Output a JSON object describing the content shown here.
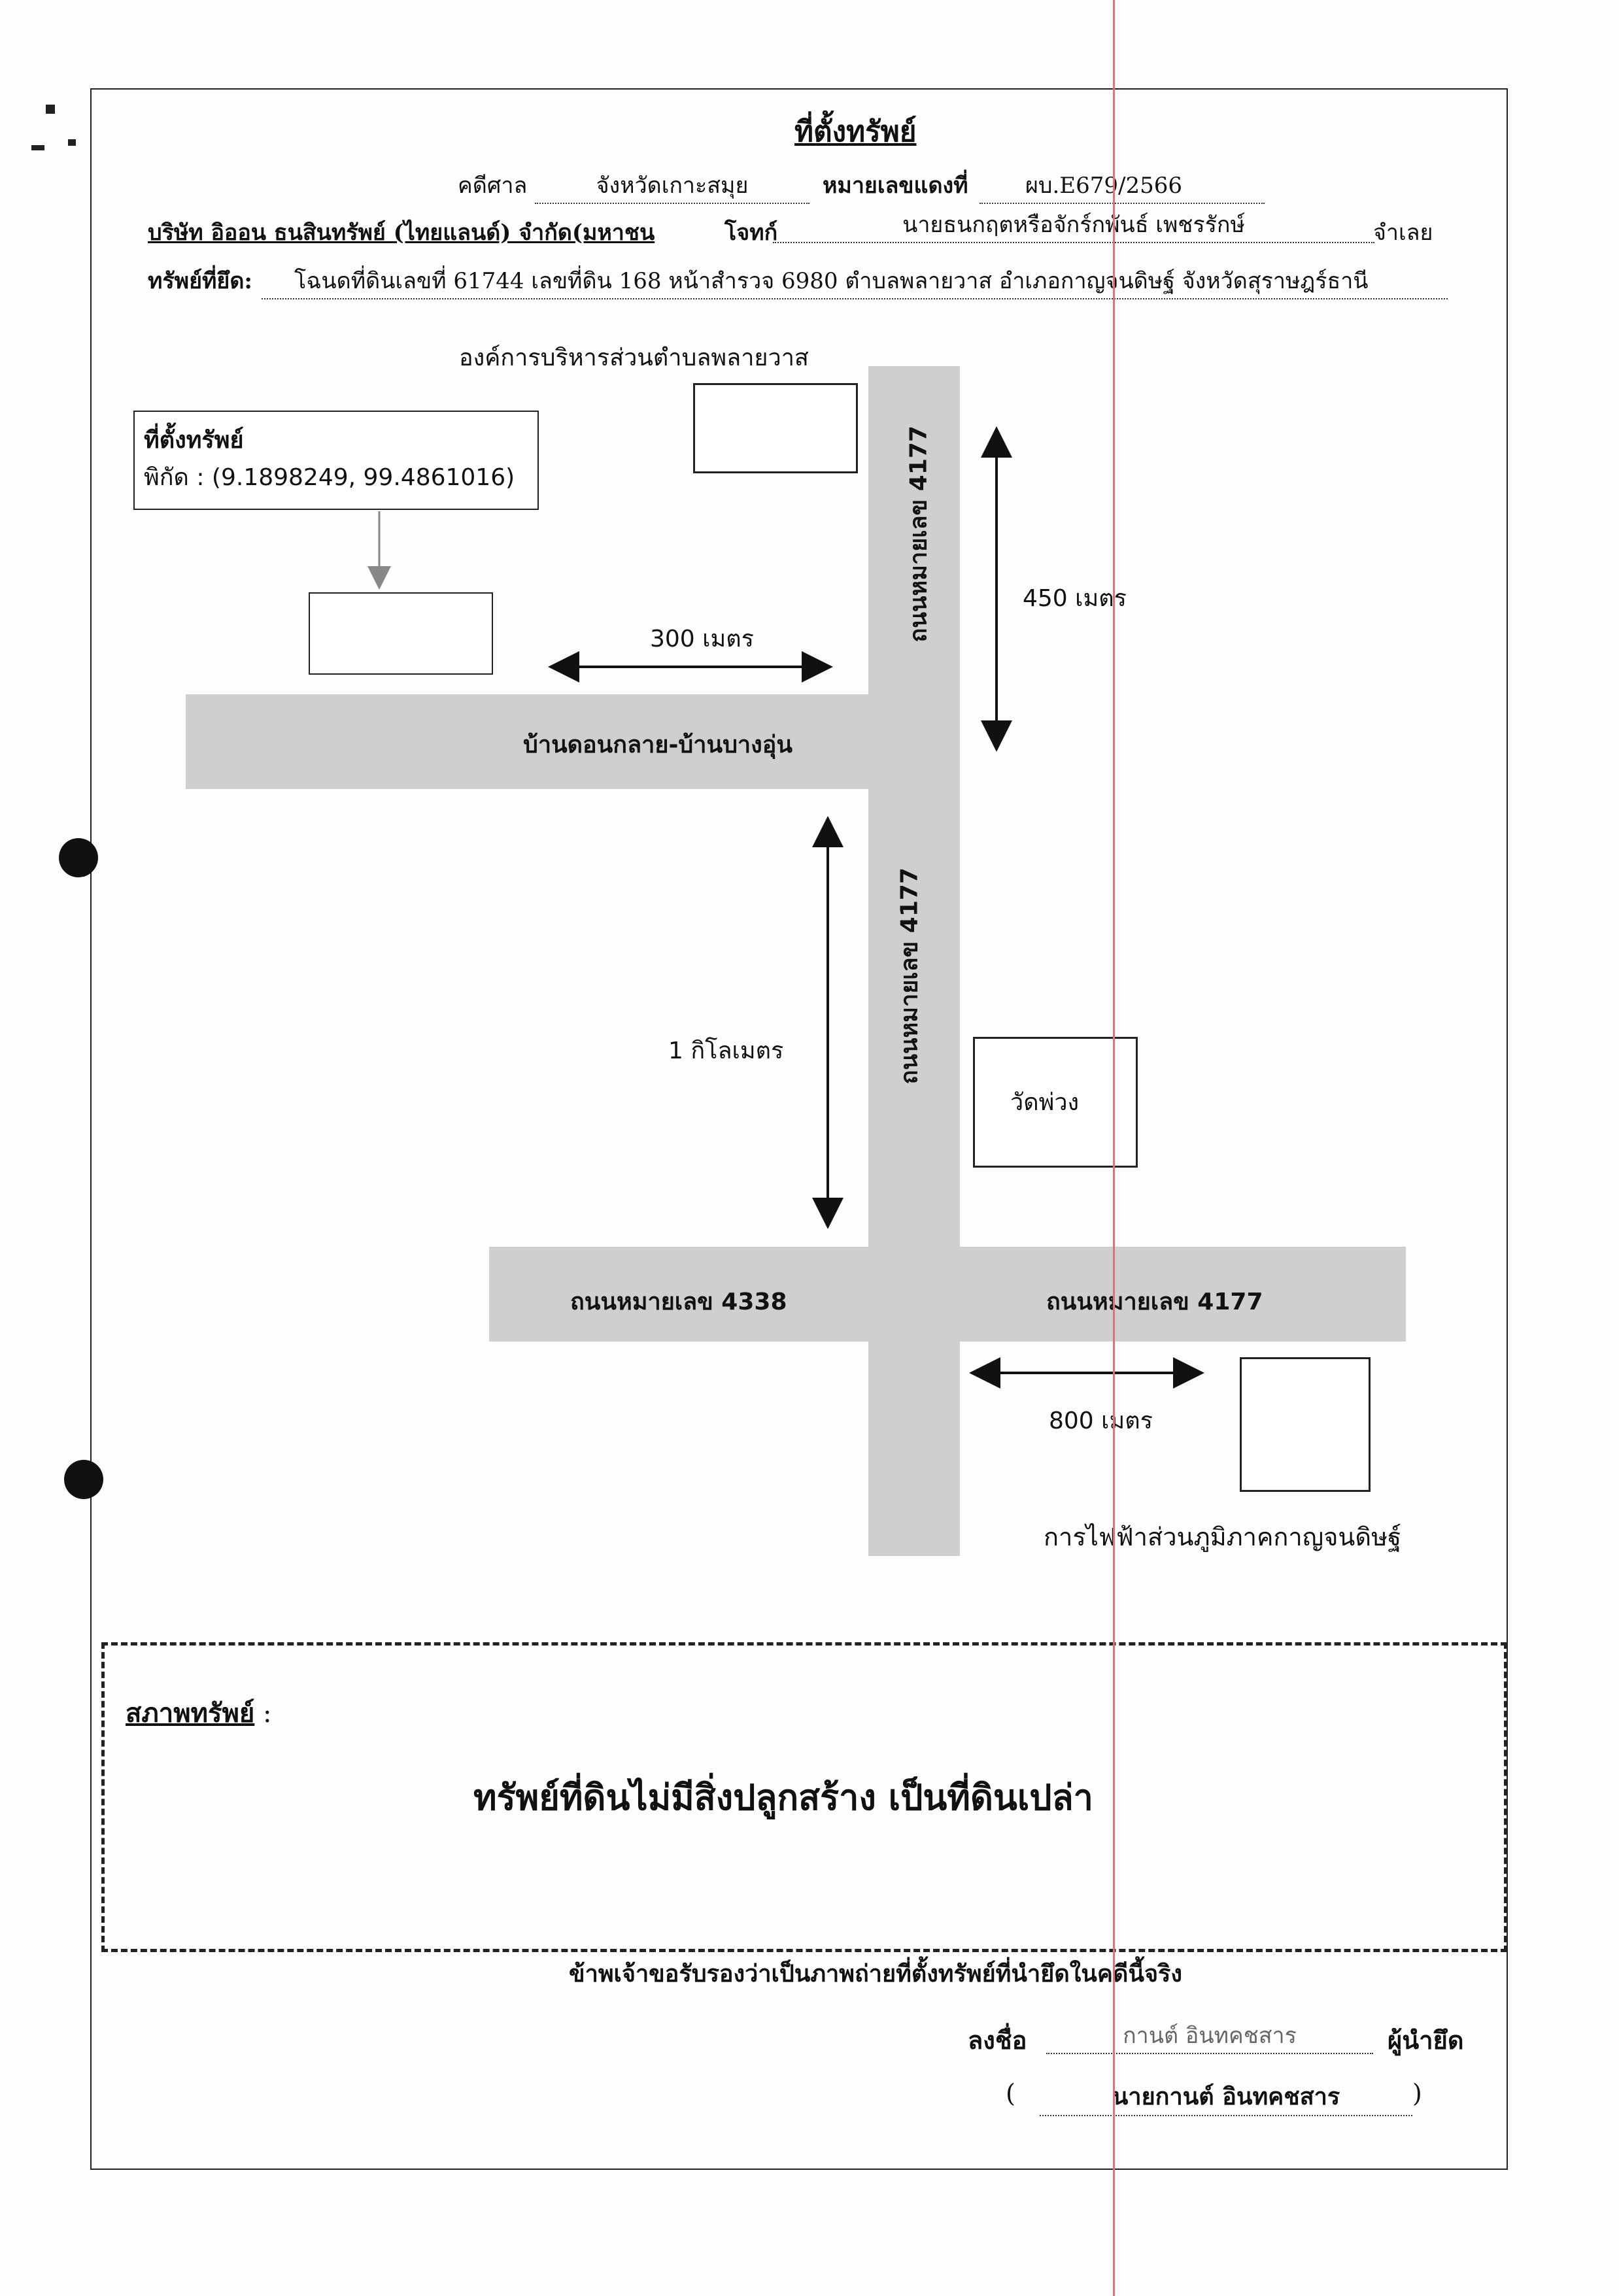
{
  "header": {
    "title": "ที่ตั้งทรัพย์",
    "case_label": "คดีศาล",
    "court_value": "จังหวัดเกาะสมุย",
    "red_no_label": "หมายเลขแดงที่",
    "red_no_value": "ผบ.E679/2566",
    "plaintiff": "บริษัท อิออน ธนสินทรัพย์ (ไทยแลนด์) จำกัด(มหาชน",
    "plaintiff_role": "โจทก์",
    "defendant": "นายธนกฤตหรือจักร์กพันธ์ เพชรรักษ์",
    "defendant_role": "จำเลย",
    "property_label": "ทรัพย์ที่ยึด:",
    "property_value": "โฉนดที่ดินเลขที่ 61744 เลขที่ดิน 168 หน้าสำรวจ 6980 ตำบลพลายวาส อำเภอกาญจนดิษฐ์ จังหวัดสุราษฎร์ธานี"
  },
  "map": {
    "org_label": "องค์การบริหารส่วนตำบลพลายวาส",
    "location_title": "ที่ตั้งทรัพย์",
    "location_coords": "พิกัด : (9.1898249, 99.4861016)",
    "dist_300": "300 เมตร",
    "dist_450": "450 เมตร",
    "dist_1km": "1 กิโลเมตร",
    "dist_800": "800 เมตร",
    "road_main_h": "บ้านดอนกลาย-บ้านบางอุ่น",
    "road_4177_upper": "ถนนหมายเลข 4177",
    "road_4177_lower": "ถนนหมายเลข 4177",
    "road_4338": "ถนนหมายเลข 4338",
    "road_4177_right": "ถนนหมายเลข 4177",
    "temple": "วัดพ่วง",
    "pea": "การไฟฟ้าส่วนภูมิภาคกาญจนดิษฐ์"
  },
  "condition": {
    "label": "สภาพทรัพย์",
    "colon": ":",
    "text": "ทรัพย์ที่ดินไม่มีสิ่งปลูกสร้าง เป็นที่ดินเปล่า"
  },
  "certify": {
    "statement": "ข้าพเจ้าขอรับรองว่าเป็นภาพถ่ายที่ตั้งทรัพย์ที่นำยึดในคดีนี้จริง",
    "sign_label": "ลงชื่อ",
    "signature": "กานต์ อินทคชสาร",
    "role": "ผู้นำยึด",
    "open_paren": "(",
    "printed_name": "นายกานต์ อินทคชสาร",
    "close_paren": ")"
  }
}
